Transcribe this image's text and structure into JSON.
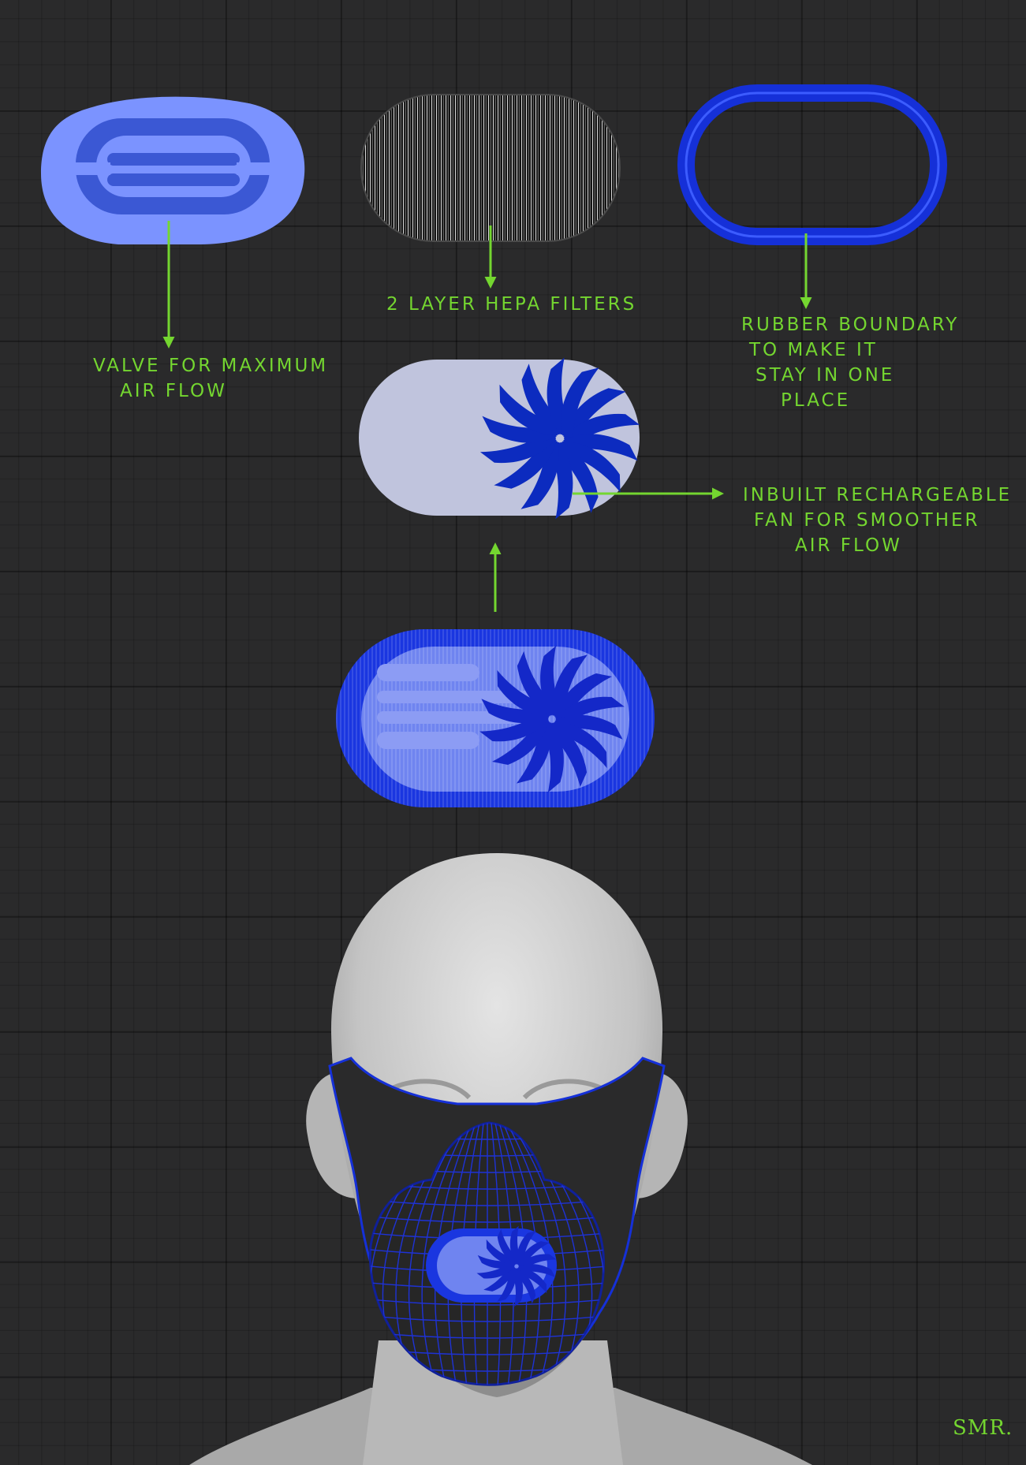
{
  "labels": {
    "valve": [
      "VALVE FOR MAXIMUM",
      "AIR FLOW"
    ],
    "hepa": "2 LAYER HEPA FILTERS",
    "rubber": [
      "RUBBER BOUNDARY",
      "TO MAKE IT",
      "STAY IN ONE",
      "PLACE"
    ],
    "fan": [
      "INBUILT RECHARGEABLE",
      "FAN FOR SMOOTHER",
      "AIR FLOW"
    ]
  },
  "signature": "SMR.",
  "icons": [
    "valve-icon",
    "hepa-filter-icon",
    "rubber-ring-icon",
    "fan-icon",
    "assembled-filter-icon",
    "head-with-mask-icon"
  ],
  "colors": {
    "background": "#2a2a2b",
    "annotation": "#74d630",
    "valve_light": "#7b93ff",
    "valve_dark": "#3b58d4",
    "rubber": "#1530d8",
    "fan_body": "#c0c4dd",
    "fan_blades": "#0c2bbf",
    "mask": "#2a2a2b",
    "mesh": "#1e32d6",
    "skin": "#c9c9c9"
  }
}
